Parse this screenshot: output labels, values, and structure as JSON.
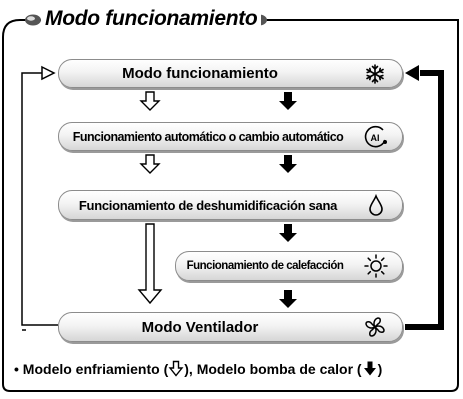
{
  "panel": {
    "title": "Modo funcionamiento"
  },
  "modes": [
    {
      "label": "Modo funcionamiento",
      "icon": "snowflake-icon"
    },
    {
      "label": "Funcionamiento automático o cambio automático",
      "icon": "auto-ai-icon",
      "icon_text": "AI"
    },
    {
      "label": "Funcionamiento de deshumidificación sana",
      "icon": "droplet-icon"
    },
    {
      "label": "Funcionamiento de calefacción",
      "icon": "sun-icon"
    },
    {
      "label": "Modo Ventilador",
      "icon": "fan-icon"
    }
  ],
  "footnote": {
    "bullet": "•",
    "cooling_text": "Modelo enfriamiento (",
    "cooling_symbol": "outline-arrow-down",
    "separator": "), Modelo bomba de calor (",
    "heatpump_symbol": "solid-arrow-down",
    "closing": ")"
  },
  "colors": {
    "line": "#000000",
    "pill_border": "#8c8c8c",
    "pill_gradient_bottom": "#d6d6d6"
  }
}
